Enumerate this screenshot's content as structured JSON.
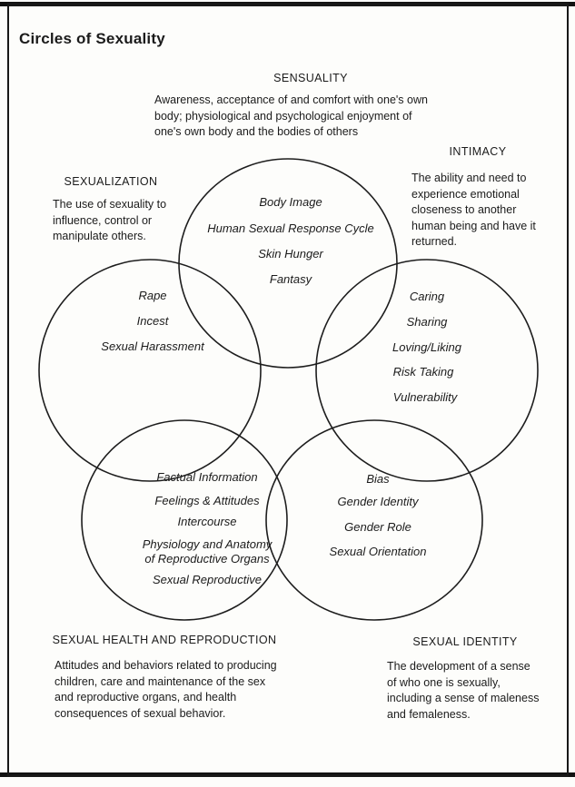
{
  "page": {
    "title": "Circles of Sexuality"
  },
  "colors": {
    "ink": "#1b1b1b",
    "paper": "#fdfdfb",
    "frame": "#181818"
  },
  "sections": {
    "sensuality": {
      "heading": "SENSUALITY",
      "description": "Awareness, acceptance of and comfort with one's own body; physiological and psychological enjoyment of one's own body and the bodies of others",
      "items": [
        "Body Image",
        "Human Sexual Response Cycle",
        "Skin Hunger",
        "Fantasy"
      ]
    },
    "sexualization": {
      "heading": "SEXUALIZATION",
      "description": "The use of sexuality to influence, control or manipulate others.",
      "items": [
        "Rape",
        "Incest",
        "Sexual Harassment"
      ]
    },
    "intimacy": {
      "heading": "INTIMACY",
      "description": "The ability and need to experience emotional closeness to another human being and have it returned.",
      "items": [
        "Caring",
        "Sharing",
        "Loving/Liking",
        "Risk Taking",
        "Vulnerability"
      ]
    },
    "sexual_health": {
      "heading": "SEXUAL HEALTH AND REPRODUCTION",
      "description": "Attitudes and behaviors related to producing children, care and maintenance of the sex and reproductive organs, and health consequences of sexual behavior.",
      "items": [
        "Factual Information",
        "Feelings & Attitudes",
        "Intercourse",
        "Physiology and Anatomy of Reproductive Organs",
        "Sexual Reproductive"
      ]
    },
    "sexual_identity": {
      "heading": "SEXUAL IDENTITY",
      "description": "The development of a sense of who one is sexually, including a sense of maleness and femaleness.",
      "items": [
        "Bias",
        "Gender Identity",
        "Gender Role",
        "Sexual Orientation"
      ]
    }
  }
}
